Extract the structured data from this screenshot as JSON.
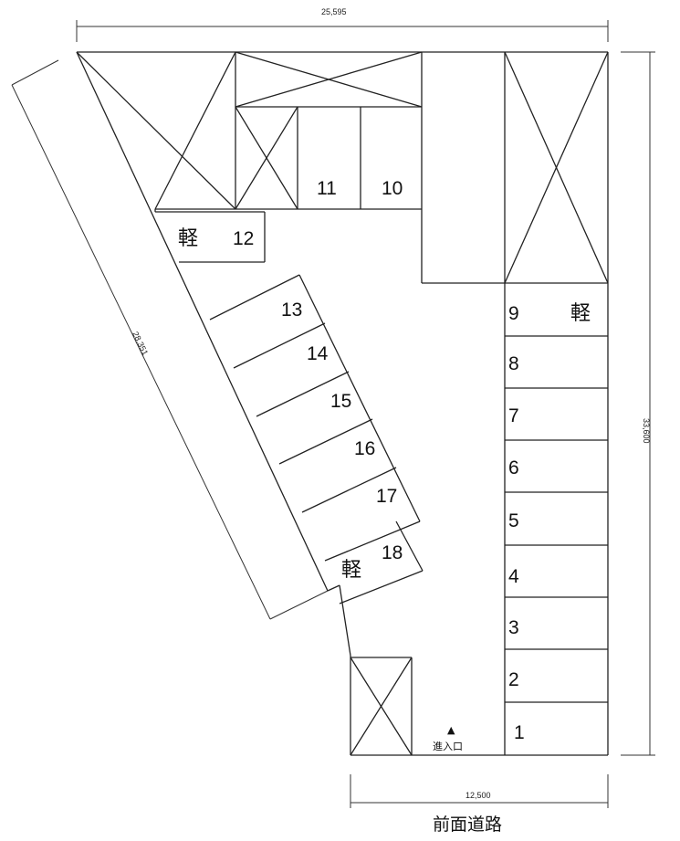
{
  "dimensions": {
    "top": "25,595",
    "right": "33,600",
    "left_diagonal": "28,351",
    "bottom": "12,500"
  },
  "road_label": "前面道路",
  "entrance_label": "進入口",
  "entrance_marker": "▲",
  "kei_label": "軽",
  "spaces": {
    "s1": "1",
    "s2": "2",
    "s3": "3",
    "s4": "4",
    "s5": "5",
    "s6": "6",
    "s7": "7",
    "s8": "8",
    "s9": "9",
    "s10": "10",
    "s11": "11",
    "s12": "12",
    "s13": "13",
    "s14": "14",
    "s15": "15",
    "s16": "16",
    "s17": "17",
    "s18": "18"
  }
}
